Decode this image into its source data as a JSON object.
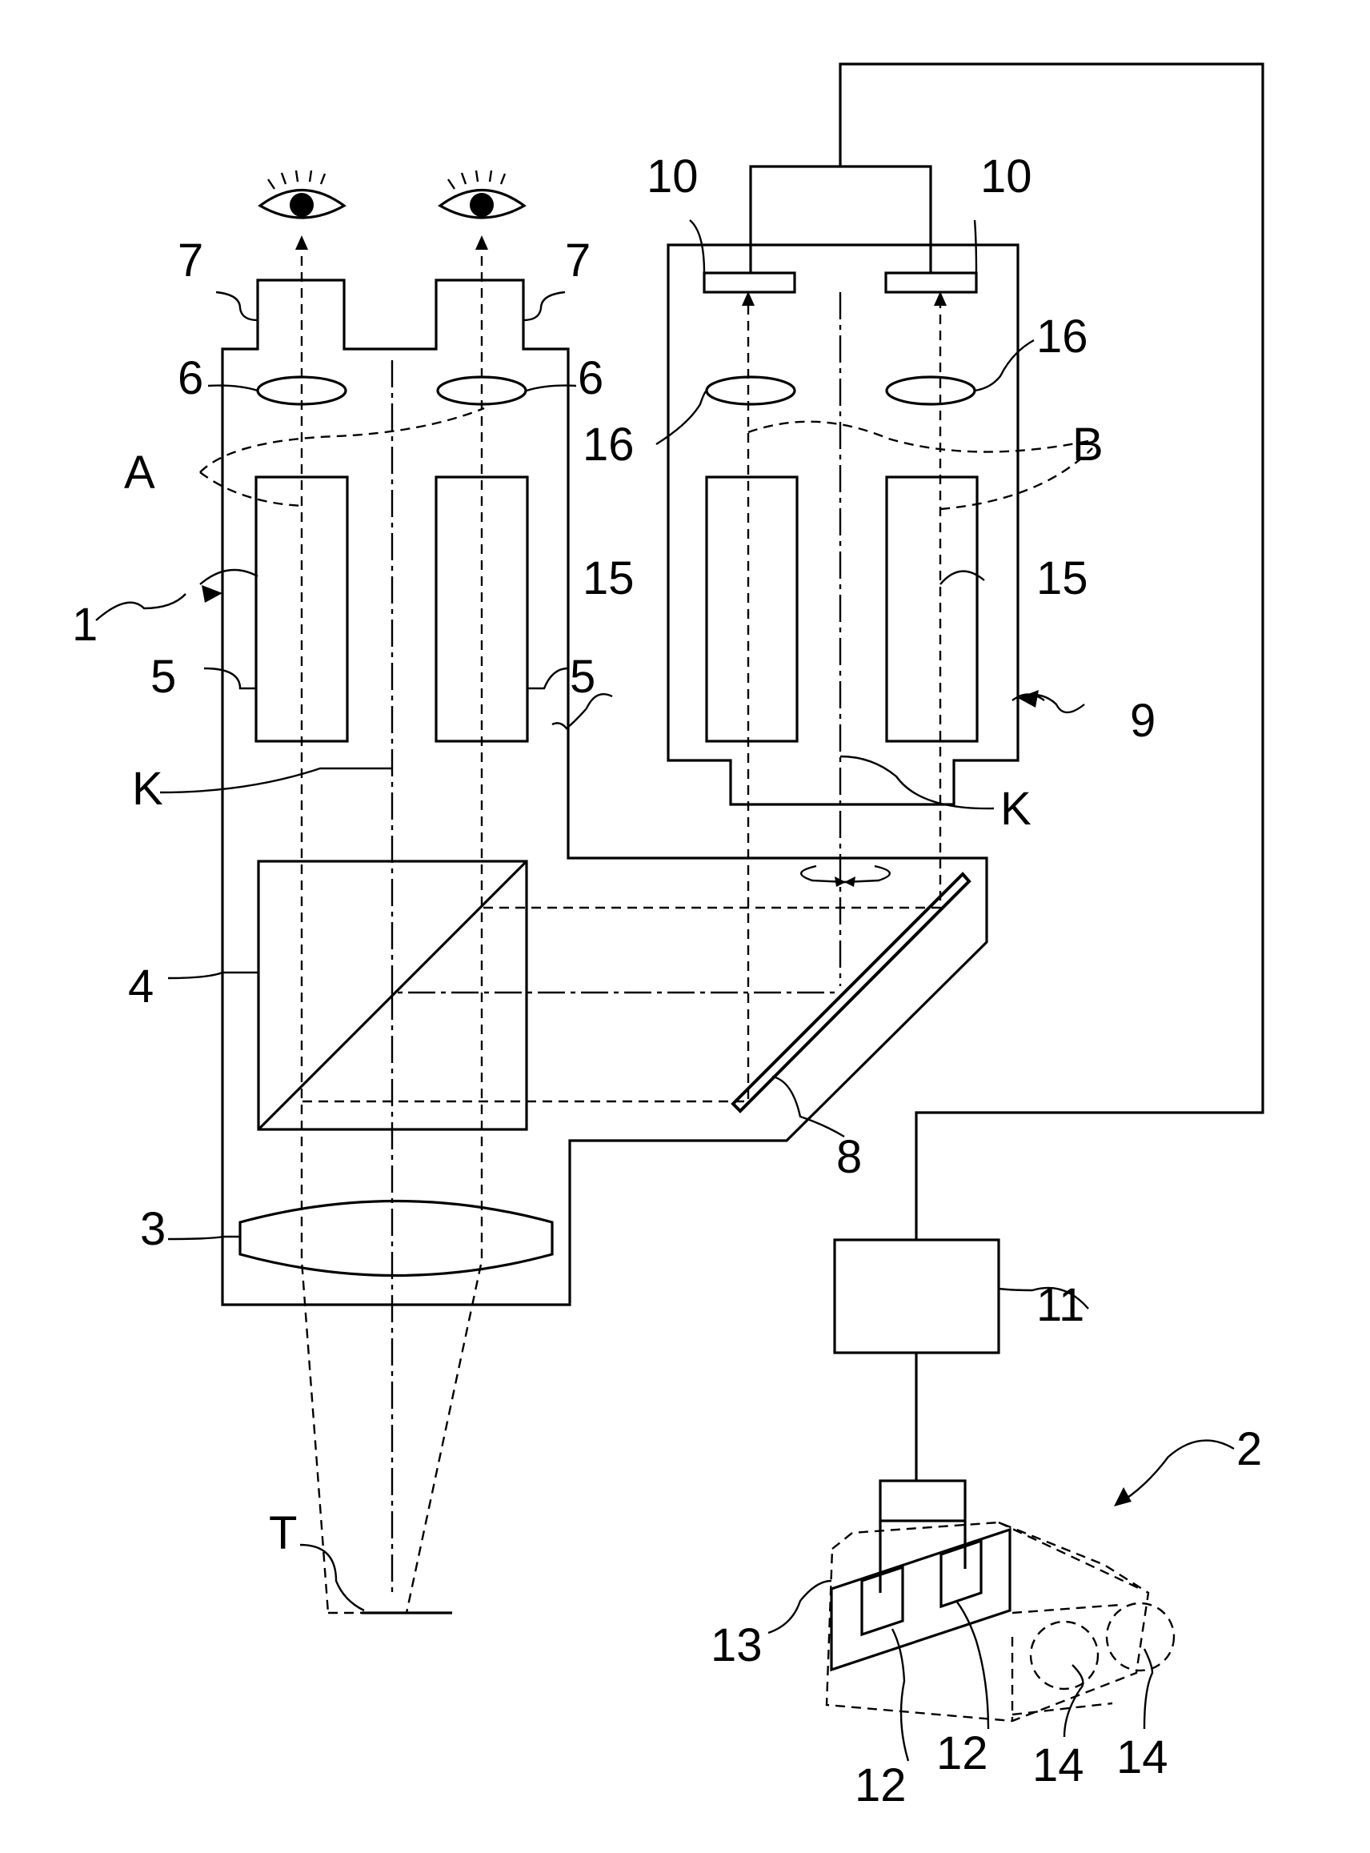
{
  "labels": {
    "microscope_body": "1",
    "head_mount_display": "2",
    "objective_lens": "3",
    "beam_splitter": "4",
    "variable_power_left": "5",
    "variable_power_right": "5",
    "eyepiece_lens_left": "6",
    "eyepiece_lens_right": "6",
    "eyepiece_tube_left": "7",
    "eyepiece_tube_right": "7",
    "mirror": "8",
    "camera_unit": "9",
    "image_sensor_left": "10",
    "image_sensor_right": "10",
    "controller": "11",
    "display_left": "12",
    "display_right": "12",
    "display_frame": "13",
    "hmd_lens_left": "14",
    "hmd_lens_right": "14",
    "camera_lens_left": "15",
    "camera_lens_right": "15",
    "imaging_lens_left": "16",
    "imaging_lens_right": "16",
    "optical_axis_body": "K",
    "optical_axis_camera": "K",
    "optical_path_a": "A",
    "optical_path_b": "B",
    "target": "T"
  },
  "colors": {
    "line": "#000000",
    "background": "#ffffff"
  }
}
